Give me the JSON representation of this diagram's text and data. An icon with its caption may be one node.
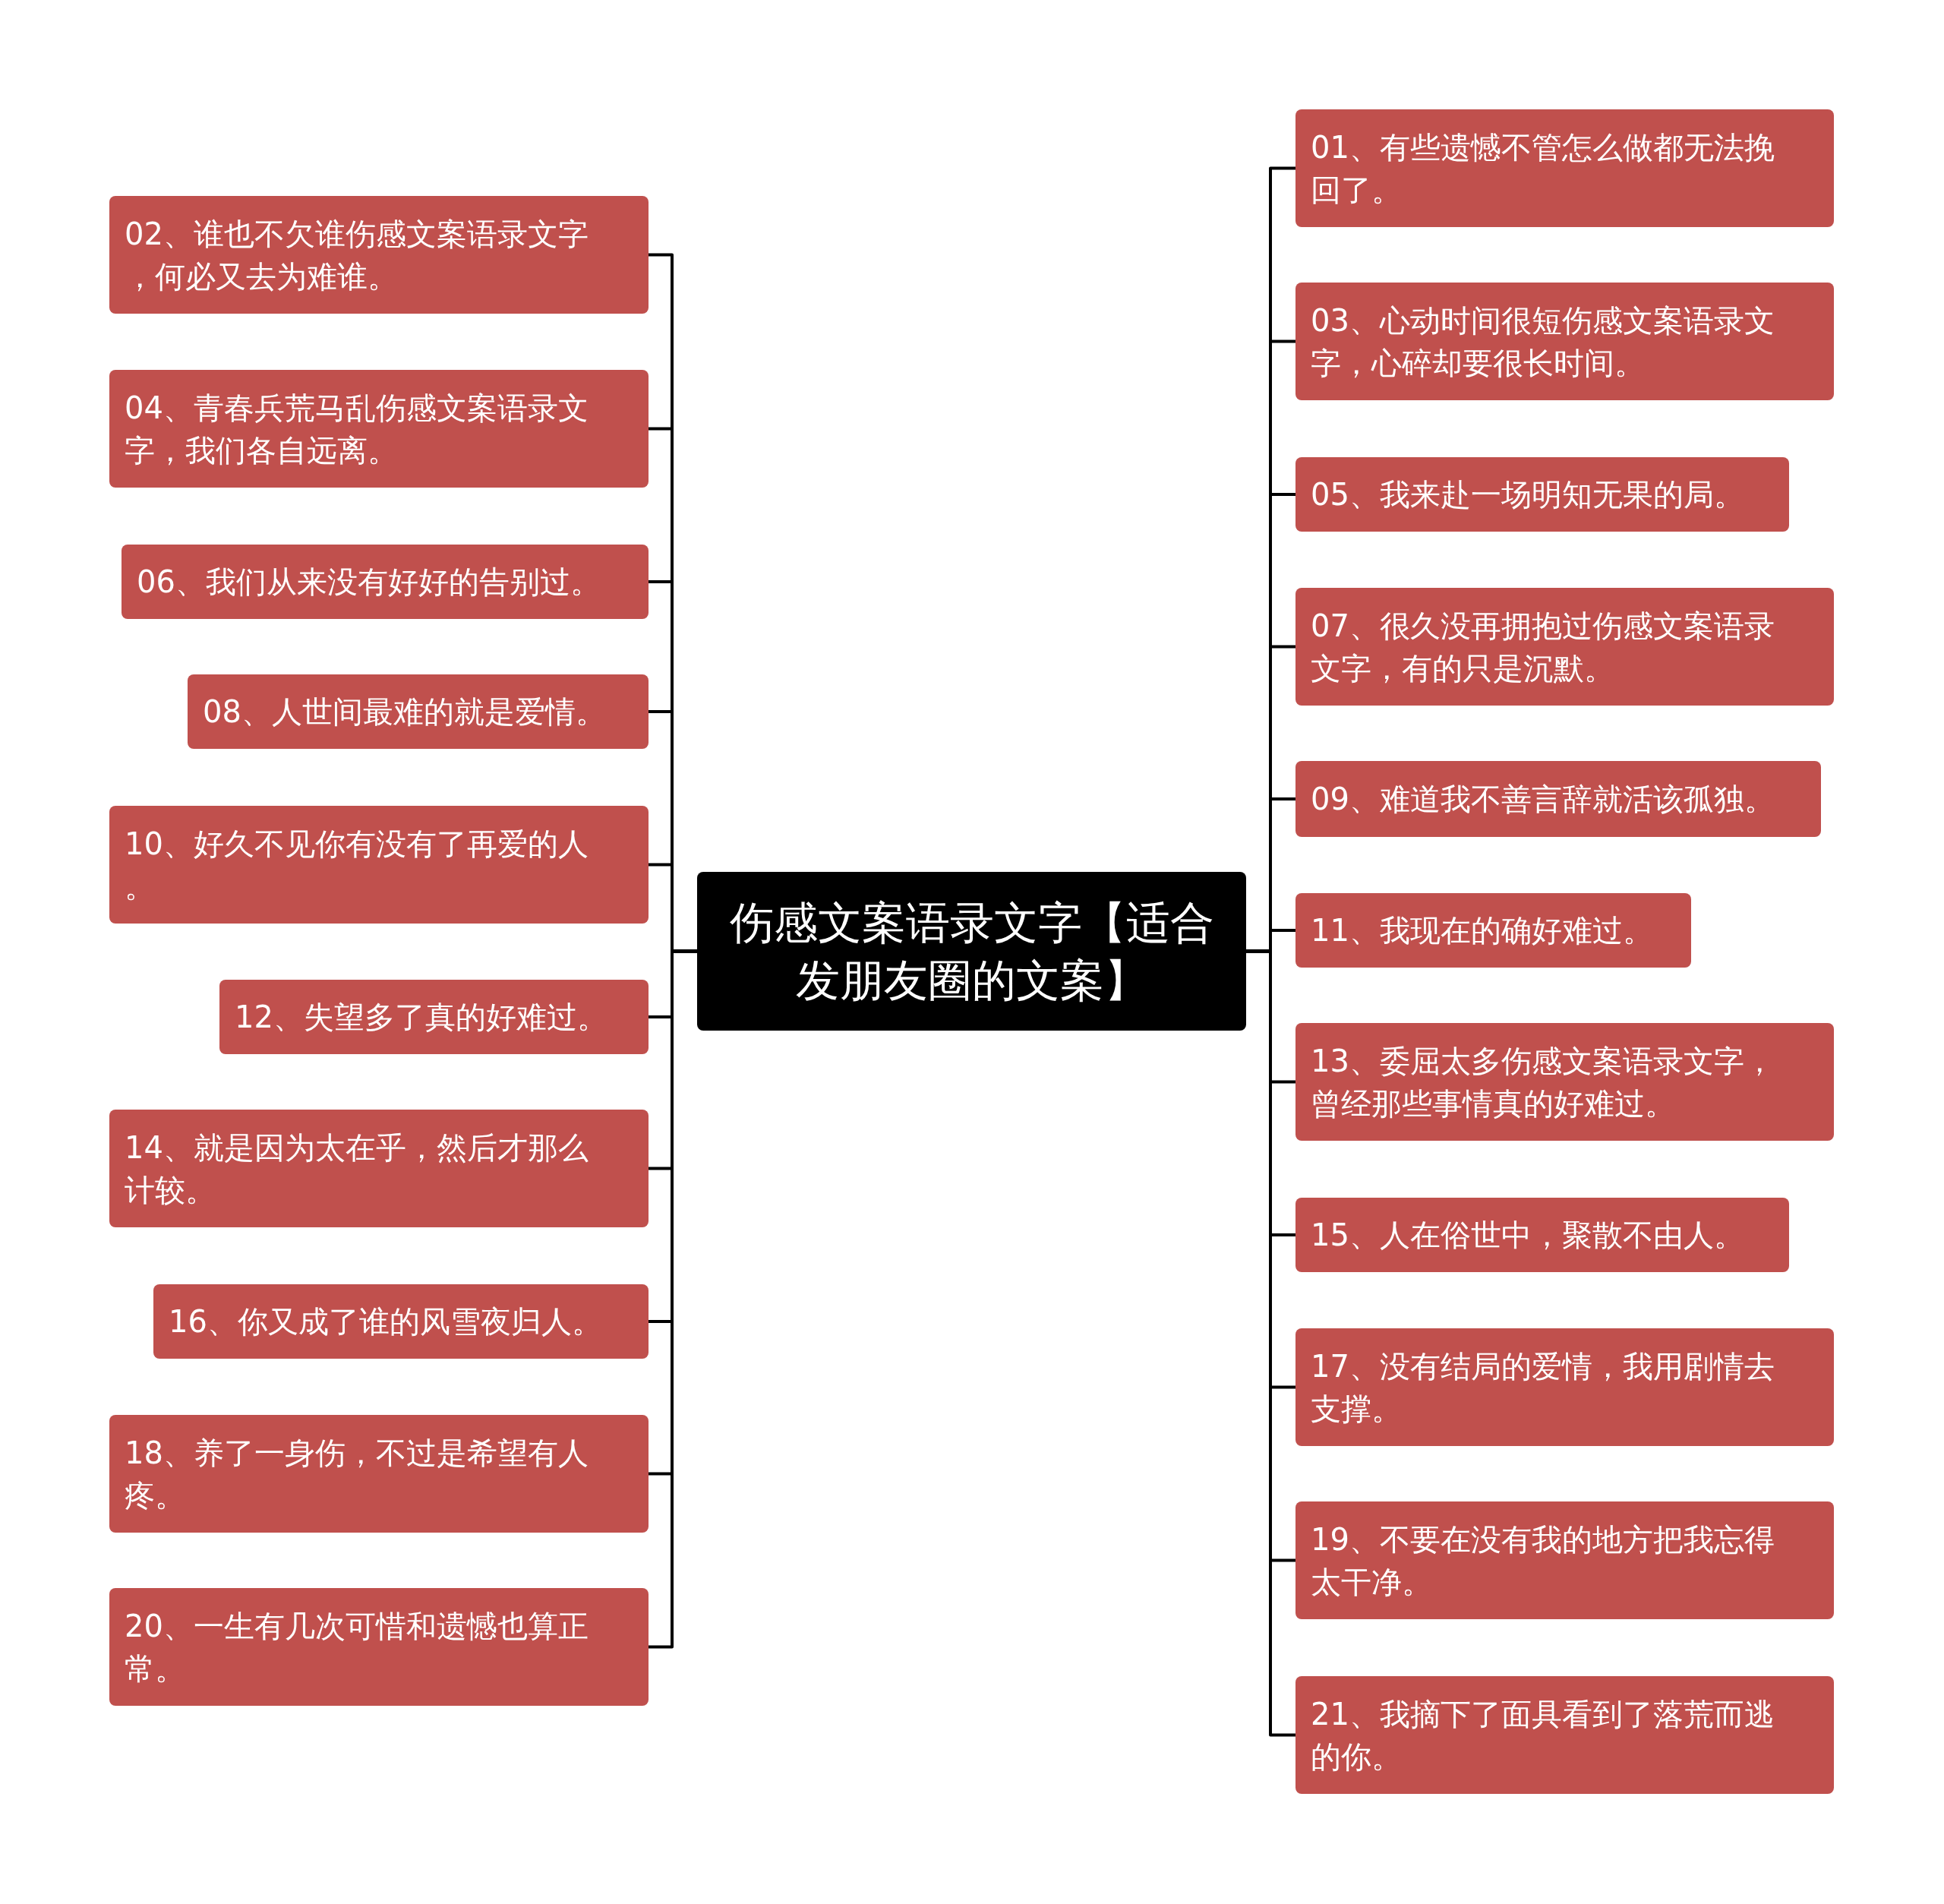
{
  "diagram": {
    "nodes": [
      {
        "text": [
          "伤感文案语录文字【适合发朋友圈的文案】"
        ]
      },
      {
        "text": [
          "01、有些遗憾不管怎么做都无法挽回了。"
        ]
      },
      {
        "text": [
          "02、谁也不欠谁伤感文案语录文字，何必又去为难谁。"
        ]
      },
      {
        "text": [
          "03、心动时间很短伤感文案语录文字，心碎却要很长时间。"
        ]
      },
      {
        "text": [
          "04、青春兵荒马乱伤感文案语录文字，我们各自远离。"
        ]
      },
      {
        "text": [
          "05、我来赴一场明知无果的局。"
        ]
      },
      {
        "text": [
          "06、我们从来没有好好的告别过。"
        ]
      },
      {
        "text": [
          "07、很久没再拥抱过伤感文案语录文字，有的只是沉默。"
        ]
      },
      {
        "text": [
          "08、人世间最难的就是爱情。"
        ]
      },
      {
        "text": [
          "09、难道我不善言辞就活该孤独。"
        ]
      },
      {
        "text": [
          "10、好久不见你有没有了再爱的人。"
        ]
      },
      {
        "text": [
          "11、我现在的确好难过。"
        ]
      },
      {
        "text": [
          "12、失望多了真的好难过。"
        ]
      },
      {
        "text": [
          "13、委屈太多伤感文案语录文字，曾经那些事情真的好难过。"
        ]
      },
      {
        "text": [
          "14、就是因为太在乎，然后才那么计较。"
        ]
      },
      {
        "text": [
          "15、人在俗世中，聚散不由人。"
        ]
      },
      {
        "text": [
          "16、你又成了谁的风雪夜归人。"
        ]
      },
      {
        "text": [
          "17、没有结局的爱情，我用剧情去支撑。"
        ]
      },
      {
        "text": [
          "18、养了一身伤，不过是希望有人疼。"
        ]
      },
      {
        "text": [
          "19、不要在没有我的地方把我忘得太干净。"
        ]
      },
      {
        "text": [
          "20、一生有几次可惜和遗憾也算正常。"
        ]
      },
      {
        "text": [
          "21、我摘下了面具看到了落荒而逃的你。"
        ]
      }
    ],
    "edges": [
      {
        "from": 0,
        "to": 1,
        "arrow": "none"
      },
      {
        "from": 0,
        "to": 2,
        "arrow": "none"
      },
      {
        "from": 0,
        "to": 3,
        "arrow": "none"
      },
      {
        "from": 0,
        "to": 4,
        "arrow": "none"
      },
      {
        "from": 0,
        "to": 5,
        "arrow": "none"
      },
      {
        "from": 0,
        "to": 6,
        "arrow": "none"
      },
      {
        "from": 0,
        "to": 7,
        "arrow": "none"
      },
      {
        "from": 0,
        "to": 8,
        "arrow": "none"
      },
      {
        "from": 0,
        "to": 9,
        "arrow": "none"
      },
      {
        "from": 0,
        "to": 10,
        "arrow": "none"
      },
      {
        "from": 0,
        "to": 11,
        "arrow": "none"
      },
      {
        "from": 0,
        "to": 12,
        "arrow": "none"
      },
      {
        "from": 0,
        "to": 13,
        "arrow": "none"
      },
      {
        "from": 0,
        "to": 14,
        "arrow": "none"
      },
      {
        "from": 0,
        "to": 15,
        "arrow": "none"
      },
      {
        "from": 0,
        "to": 16,
        "arrow": "none"
      },
      {
        "from": 0,
        "to": 17,
        "arrow": "none"
      },
      {
        "from": 0,
        "to": 18,
        "arrow": "none"
      },
      {
        "from": 0,
        "to": 19,
        "arrow": "none"
      },
      {
        "from": 0,
        "to": 20,
        "arrow": "none"
      },
      {
        "from": 0,
        "to": 21,
        "arrow": "none"
      }
    ]
  }
}
